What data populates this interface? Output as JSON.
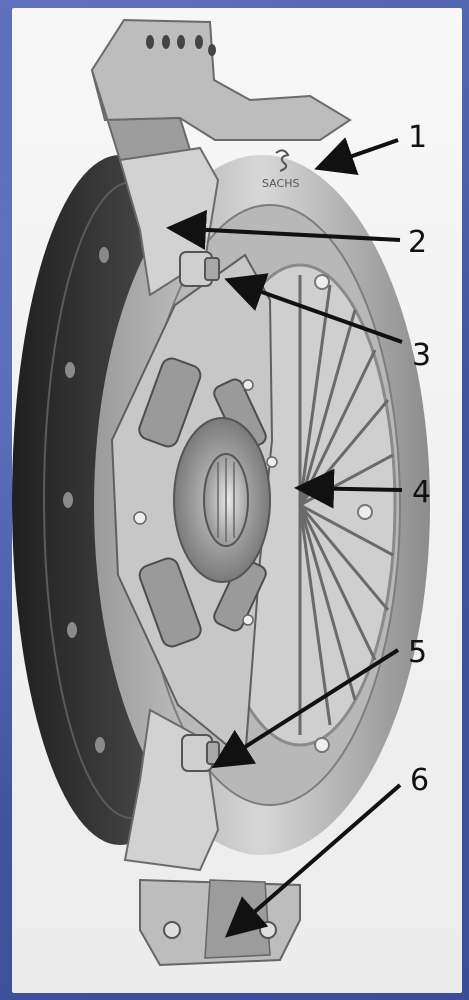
{
  "figure": {
    "brand_mark": "SACHS",
    "callouts": [
      {
        "id": "1",
        "label": "1"
      },
      {
        "id": "2",
        "label": "2"
      },
      {
        "id": "3",
        "label": "3"
      },
      {
        "id": "4",
        "label": "4"
      },
      {
        "id": "5",
        "label": "5"
      },
      {
        "id": "6",
        "label": "6"
      }
    ],
    "colors": {
      "background": "#4a5ea8",
      "panel": "#f2f2f2",
      "metal_light": "#c9c9c9",
      "metal_dark": "#6f6f6f",
      "friction_disc": "#3a3a3a",
      "arrow": "#111111"
    }
  }
}
